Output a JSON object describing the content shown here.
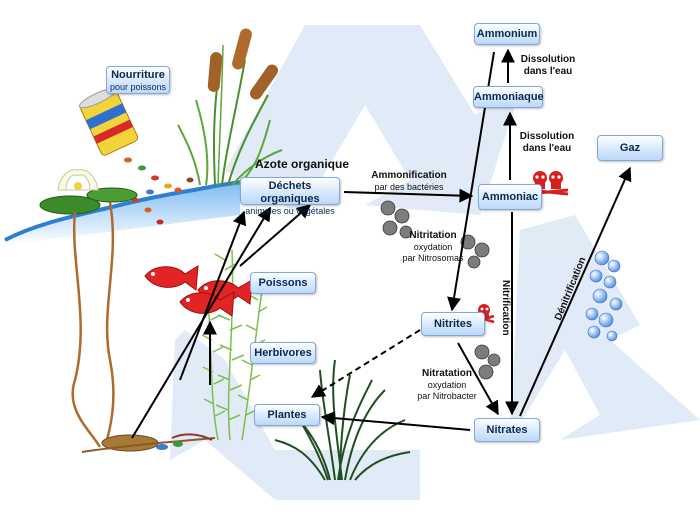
{
  "boxes": {
    "nourriture": {
      "title": "Nourriture",
      "sub": "pour poissons"
    },
    "dechets": {
      "title": "Déchets organiques",
      "sub": "animales ou végétales"
    },
    "poissons": {
      "title": "Poissons"
    },
    "herbivores": {
      "title": "Herbivores"
    },
    "plantes": {
      "title": "Plantes"
    },
    "ammonium": {
      "title": "Ammonium"
    },
    "ammoniaque": {
      "title": "Ammoniaque"
    },
    "ammoniac": {
      "title": "Ammoniac"
    },
    "nitrites": {
      "title": "Nitrites"
    },
    "nitrates": {
      "title": "Nitrates"
    },
    "gaz": {
      "title": "Gaz"
    }
  },
  "labels": {
    "azote": "Azote organique",
    "ammonification": {
      "title": "Ammonification",
      "sub": "par des bactéries"
    },
    "nitritation": {
      "title": "Nitritation",
      "sub1": "oxydation",
      "sub2": "par Nitrosomas"
    },
    "nitratation": {
      "title": "Nitratation",
      "sub1": "oxydation",
      "sub2": "par Nitrobacter"
    },
    "dissolution1": {
      "line1": "Dissolution",
      "line2": "dans l'eau"
    },
    "dissolution2": {
      "line1": "Dissolution",
      "line2": "dans l'eau"
    },
    "nitrification": "Nitrification",
    "denitrification": "Dénitrification"
  },
  "colors": {
    "water": "#3d8fd9",
    "recycle_bg": "#dde9f6",
    "fish": "#e22424",
    "skull": "#d61f1f",
    "bubbles": "#6fa6e8"
  }
}
